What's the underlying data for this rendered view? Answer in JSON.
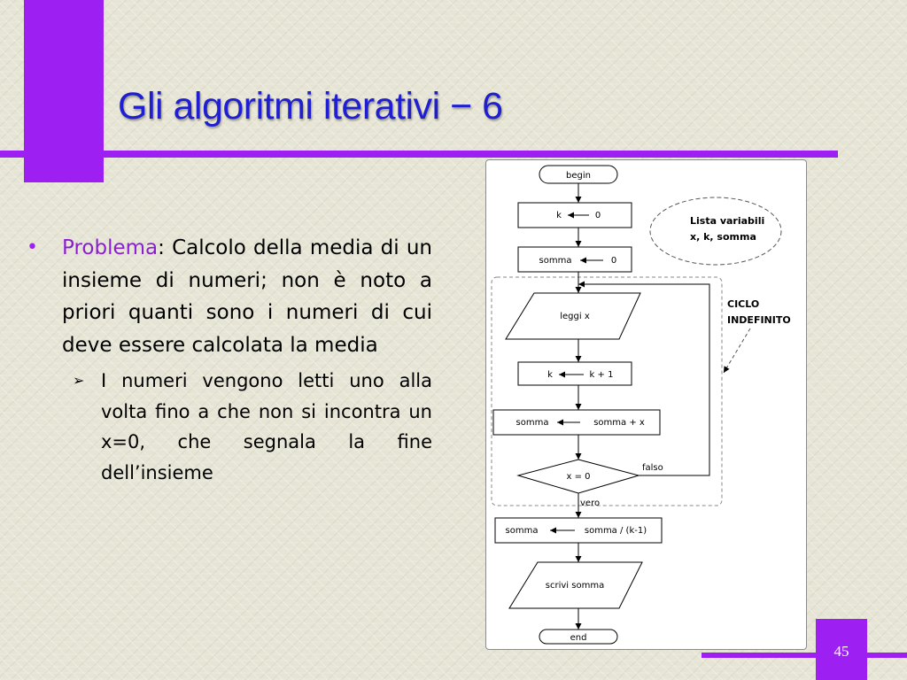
{
  "slide": {
    "title": "Gli algoritmi iterativi − 6",
    "page_number": "45",
    "accent_color": "#9d1ff2",
    "title_color": "#1f1fd1"
  },
  "content": {
    "bullet1": {
      "marker": "•",
      "label": "Problema",
      "text": ": Calcolo della media di un insieme di numeri; non è noto a priori quanti sono i numeri di cui deve essere calcolata la media"
    },
    "bullet2": {
      "marker": "➢",
      "text": "I numeri vengono letti uno alla volta fino a che non si incontra un x=0, che segnala la fine dell’insieme"
    }
  },
  "flowchart": {
    "begin": "begin",
    "k_var": "k",
    "k_init_value": "0",
    "somma_var": "somma",
    "somma_init_value": "0",
    "read": "leggi x",
    "k_incr_expr": "k + 1",
    "somma_incr_expr": "somma + x",
    "condition": "x = 0",
    "false_label": "falso",
    "true_label": "vero",
    "media_expr": "somma / (k-1)",
    "write": "scrivi somma",
    "end": "end",
    "vars_title": "Lista variabili",
    "vars_list": "x, k, somma",
    "loop_label_1": "CICLO",
    "loop_label_2": "INDEFINITO"
  }
}
